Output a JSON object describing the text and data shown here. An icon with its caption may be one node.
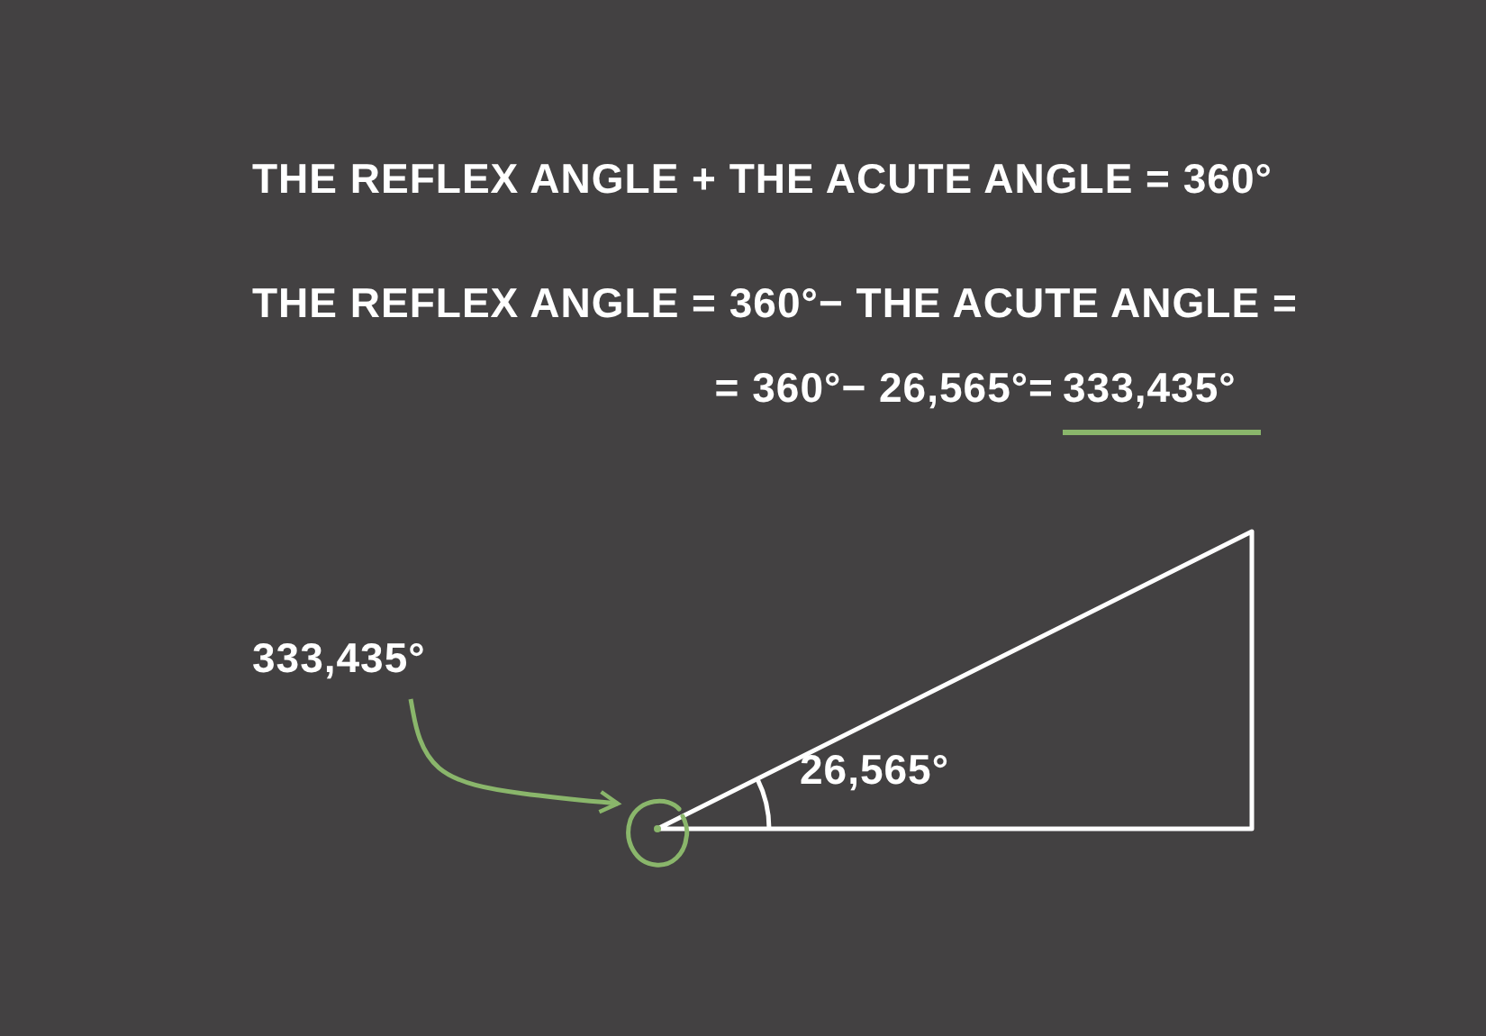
{
  "diagram": {
    "nodes": [
      {
        "text": [
          "333,435°"
        ]
      },
      {
        "text": [],
        "shape": "circle"
      }
    ],
    "edges": [
      {
        "from": 0,
        "to": 1,
        "arrow": "to"
      }
    ],
    "labels": [
      "THE REFLEX ANGLE + THE ACUTE ANGLE = 360°",
      "THE REFLEX ANGLE = 360°− THE ACUTE ANGLE =",
      "= 360°− 26,565°=",
      "333,435°",
      "26,565°"
    ]
  }
}
